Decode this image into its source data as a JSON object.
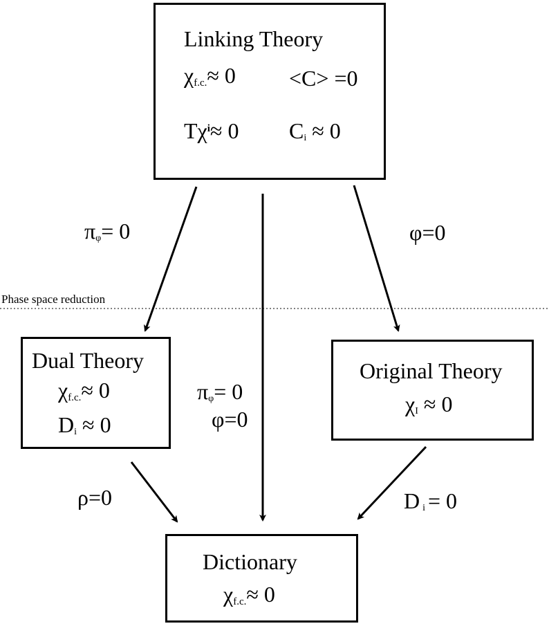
{
  "linking": {
    "title": "Linking Theory",
    "chi": "χ",
    "chi_sub": "f.c.",
    "approx": "≈ 0",
    "c_avg": "<C> =0",
    "T": "Tχ",
    "T_sup": "i",
    "T_rhs": "≈ 0",
    "C": "C",
    "C_sub": "i",
    "C_rhs": " ≈ 0"
  },
  "dual": {
    "title": "Dual Theory",
    "chi": "χ",
    "chi_sub": "f.c.",
    "approx": "≈ 0",
    "D": "D",
    "D_sub": "i",
    "D_rhs": " ≈ 0"
  },
  "original": {
    "title": "Original Theory",
    "chi": "χ",
    "chi_sub": "I",
    "approx": " ≈ 0"
  },
  "dictionary": {
    "title": "Dictionary",
    "chi": "χ",
    "chi_sub": "f.c.",
    "approx": "≈ 0"
  },
  "labels": {
    "pi_left": "π",
    "pi_left_sub": "φ",
    "pi_left_rhs": "= 0",
    "phi_right": "φ=0",
    "pi_mid": "π",
    "pi_mid_sub": "φ",
    "pi_mid_rhs": "= 0",
    "phi_mid": "φ=0",
    "rho": "ρ=0",
    "D": "D",
    "D_sub": "i",
    "D_rhs": "= 0"
  },
  "phase_note": "Phase space reduction"
}
